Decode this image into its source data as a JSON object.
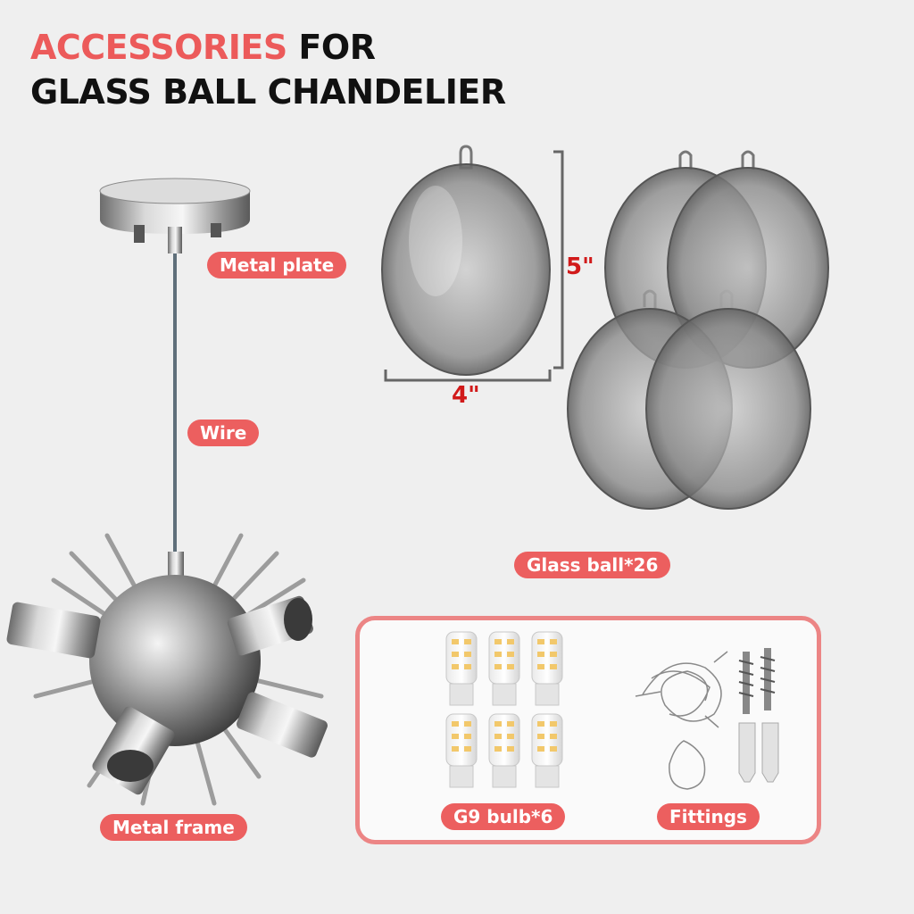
{
  "title": {
    "line1_accent": "ACCESSORIES",
    "line1_rest": " FOR",
    "line2": "GLASS BALL CHANDELIER"
  },
  "labels": {
    "metal_plate": "Metal plate",
    "wire": "Wire",
    "metal_frame": "Metal frame",
    "glass_ball": "Glass ball*26",
    "bulb": "G9 bulb*6",
    "fittings": "Fittings"
  },
  "dimensions": {
    "height": "5\"",
    "width": "4\""
  },
  "colors": {
    "accent": "#ec5f5f",
    "dimension": "#d11a1a",
    "box_border": "#ec8585",
    "background": "#efefef"
  }
}
